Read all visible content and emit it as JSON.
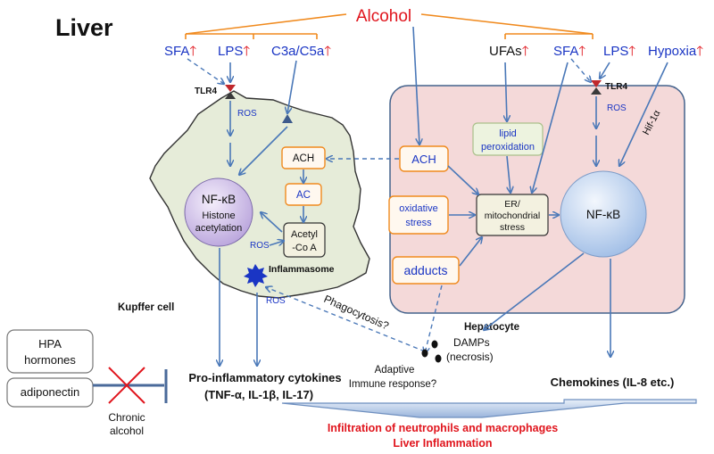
{
  "title": "Liver",
  "alcohol": "Alcohol",
  "inputs_left": {
    "sfa": "SFA",
    "lps": "LPS",
    "c3a": "C3a/C5a"
  },
  "inputs_right": {
    "ufas": "UFAs",
    "sfa": "SFA",
    "lps": "LPS",
    "hypoxia": "Hypoxia"
  },
  "up_arrow": "🡑",
  "kupffer": {
    "tlr4": "TLR4",
    "ros_top": "ROS",
    "ach": "ACH",
    "ac": "AC",
    "acetyl_line1": "Acetyl",
    "acetyl_line2": "-Co A",
    "nfkb_line1": "NF-κB",
    "nfkb_line2": "Histone",
    "nfkb_line3": "acetylation",
    "ros_mid": "ROS",
    "inflammasome": "Inflammasome",
    "ros_bottom": "ROS",
    "label": "Kupffer cell"
  },
  "hepatocyte": {
    "tlr4": "TLR4",
    "ros": "ROS",
    "hif": "Hif-1α",
    "ach": "ACH",
    "lipid_line1": "lipid",
    "lipid_line2": "peroxidation",
    "oxstress_line1": "oxidative",
    "oxstress_line2": "stress",
    "er_line1": "ER/",
    "er_line2": "mitochondrial",
    "er_line3": "stress",
    "nfkb": "NF-κB",
    "adducts": "adducts",
    "label": "Hepatocyte"
  },
  "phagocytosis": "Phagocytosis?",
  "damps_line1": "DAMPs",
  "damps_line2": "(necrosis)",
  "adaptive_line1": "Adaptive",
  "adaptive_line2": "Immune response?",
  "hpa_line1": "HPA",
  "hpa_line2": "hormones",
  "adiponectin": "adiponectin",
  "chronic_line1": "Chronic",
  "chronic_line2": "alcohol",
  "cytokines_line1": "Pro-inflammatory cytokines",
  "cytokines_line2": "(TNF-α, IL-1β, IL-17)",
  "chemokines": "Chemokines (IL-8 etc.)",
  "outcome_line1": "Infiltration of neutrophils and macrophages",
  "outcome_line2": "Liver Inflammation",
  "colors": {
    "accent_blue": "#1a35c4",
    "accent_red": "#e0141c",
    "arrow": "#4a78b8",
    "orange": "#f08a1e",
    "kupffer_fill": "#e6ecd9",
    "hepatocyte_fill": "#f4d9d9"
  }
}
